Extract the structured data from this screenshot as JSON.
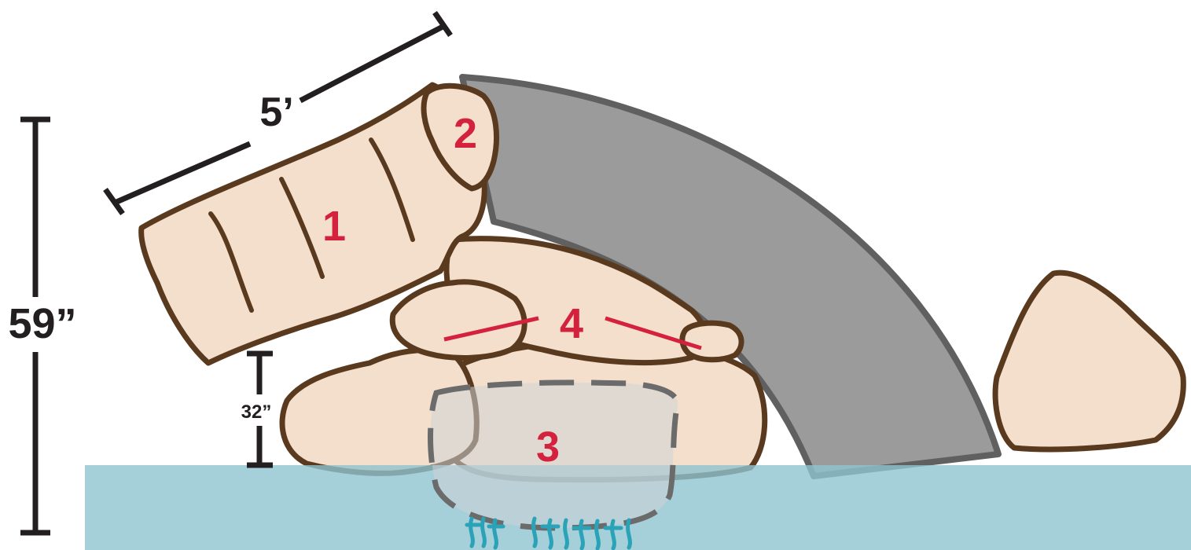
{
  "labels": {
    "rock_1": "1",
    "rock_2": "2",
    "rock_3": "3",
    "rock_4": "4"
  },
  "dimensions": {
    "length_top": "5’",
    "height_total": "59”",
    "gap_height": "32”"
  },
  "colors": {
    "rock_fill": "#f3dfcc",
    "rock_outline": "#5a3a1e",
    "arc_fill": "#9b9b9b",
    "arc_stroke": "#606060",
    "water": "#8fc3cf",
    "label_red": "#d4213d",
    "dimension_black": "#231f20",
    "grass_cyan": "#2aa3b8"
  }
}
